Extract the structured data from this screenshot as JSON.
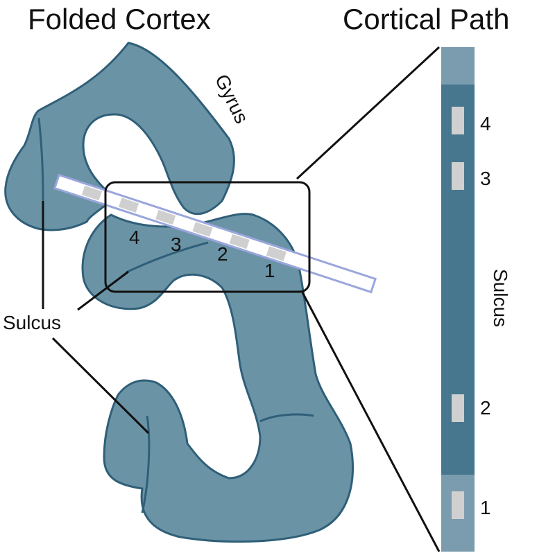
{
  "titles": {
    "folded": "Folded Cortex",
    "path": "Cortical Path"
  },
  "labels": {
    "gyrus": "Gyrus",
    "sulcus_left": "Sulcus",
    "sulcus_right": "Sulcus"
  },
  "path_markers": [
    "1",
    "2",
    "3",
    "4"
  ],
  "strip_markers": [
    "4",
    "3",
    "2",
    "1"
  ],
  "colors": {
    "cortex_fill": "#6b93a6",
    "cortex_stroke": "#2f5f78",
    "strip_light": "#7a9cae",
    "strip_dark": "#46778f",
    "marker_fill": "#d0d0d0",
    "probe_outline": "#9aa6dc"
  }
}
